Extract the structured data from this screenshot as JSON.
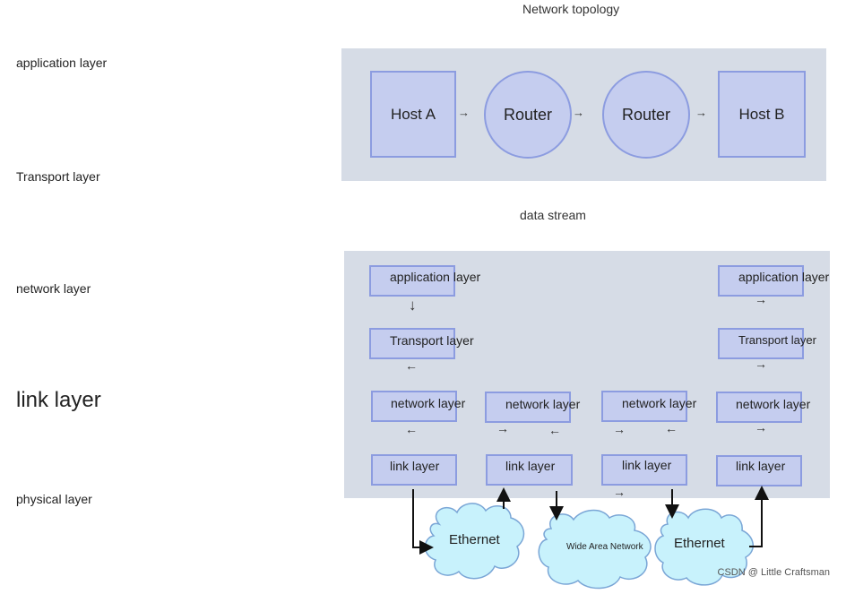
{
  "side_labels": [
    "application layer",
    "Transport layer",
    "network layer",
    "link layer",
    "physical layer"
  ],
  "topology": {
    "title": "Network topology",
    "nodes": [
      {
        "type": "host",
        "label": "Host A"
      },
      {
        "type": "router",
        "label": "Router"
      },
      {
        "type": "router",
        "label": "Router"
      },
      {
        "type": "host",
        "label": "Host B"
      }
    ],
    "arrow": "→"
  },
  "data_stream": {
    "title": "data stream",
    "columns": [
      {
        "layers": [
          "application layer",
          "Transport layer",
          "network layer",
          "link layer"
        ],
        "arrows": [
          "↓",
          "←",
          "←"
        ]
      },
      {
        "layers": [
          "network layer",
          "link layer"
        ],
        "arrows": [
          "→",
          "←"
        ]
      },
      {
        "layers": [
          "network layer",
          "link layer"
        ],
        "arrows": [
          "→",
          "←",
          "→"
        ]
      },
      {
        "layers": [
          "application layer",
          "Transport layer",
          "network layer",
          "link layer"
        ],
        "arrows": [
          "→",
          "→",
          "→"
        ]
      }
    ]
  },
  "physical": {
    "clouds": [
      "Ethernet",
      "Wide Area Network",
      "Ethernet"
    ]
  },
  "watermark": "CSDN @ Little Craftsman",
  "colors": {
    "panel": "#d6dce6",
    "node_fill": "#c5cdef",
    "node_border": "#8c9ce0",
    "cloud_fill": "#c8f2fc",
    "cloud_border": "#7aa6d6"
  }
}
